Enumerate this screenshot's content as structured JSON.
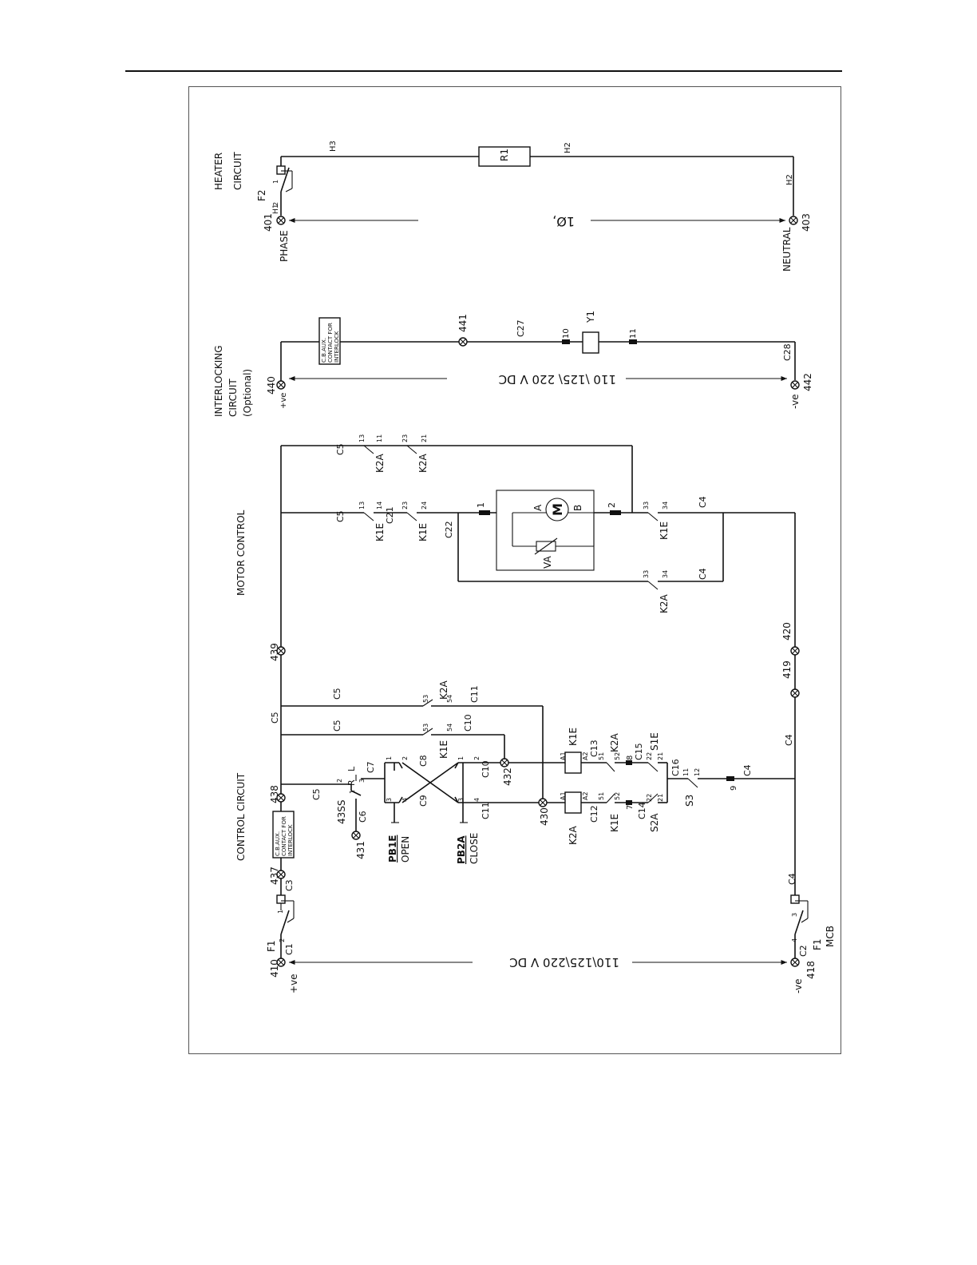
{
  "sections": {
    "control": "CONTROL CIRCUIT",
    "motor": "MOTOR CONTROL",
    "interlock_1": "INTERLOCKING",
    "interlock_2": "CIRCUIT",
    "interlock_3": "(Optional)",
    "heater_1": "HEATER",
    "heater_2": "CIRCUIT"
  },
  "supply": {
    "dc_control": "110\\125\\220 V DC",
    "dc_interlock": "110 \\125\\ 220 V DC",
    "phase_ac": "1Ø,",
    "pos": "+ve",
    "neg": "-ve",
    "phase": "PHASE",
    "neutral": "NEUTRAL"
  },
  "terminals": {
    "t410": "410",
    "t418": "418",
    "t437": "437",
    "t438": "438",
    "t431": "431",
    "t439": "439",
    "t420": "420",
    "t419": "419",
    "t430": "430",
    "t432": "432",
    "t440": "440",
    "t441": "441",
    "t442": "442",
    "t401": "401",
    "t403": "403"
  },
  "devices": {
    "f1": "F1",
    "f1_mcb": "MCB",
    "f2": "F2",
    "sw43ss": "43SS",
    "pb1e": "PB1E",
    "open": "OPEN",
    "pb2a": "PB2A",
    "close": "CLOSE",
    "k1e": "K1E",
    "k2a": "K2A",
    "s1e": "S1E",
    "s2a": "S2A",
    "s3": "S3",
    "motor": "M",
    "va": "VA",
    "y1": "Y1",
    "r1": "R1",
    "cb_aux_1": "C.B.AUX.",
    "cb_aux_2": "CONTACT FOR",
    "cb_aux_3": "INTERLOCK",
    "mA": "A",
    "mB": "B"
  },
  "wires": {
    "c1": "C1",
    "c2": "C2",
    "c3": "C3",
    "c4": "C4",
    "c5": "C5",
    "c6": "C6",
    "c7": "C7",
    "c8": "C8",
    "c9": "C9",
    "c10": "C10",
    "c11": "C11",
    "c12": "C12",
    "c13": "C13",
    "c14": "C14",
    "c15": "C15",
    "c16": "C16",
    "c21": "C21",
    "c22": "C22",
    "c27": "C27",
    "c28": "C28",
    "h1": "H1",
    "h2": "H2",
    "h3": "H3"
  },
  "pins": {
    "p1": "1",
    "p2": "2",
    "p3": "3",
    "p4": "4",
    "p7": "7",
    "p8": "8",
    "p9": "9",
    "p10": "10",
    "p11": "11",
    "p12": "12",
    "p13": "13",
    "p14": "14",
    "p21": "21",
    "p22": "22",
    "p23": "23",
    "p24": "24",
    "p33": "33",
    "p34": "34",
    "p51": "51",
    "p52": "52",
    "p53": "53",
    "p54": "54",
    "a1": "A1",
    "a2": "A2",
    "L": "L",
    "R": "R"
  }
}
